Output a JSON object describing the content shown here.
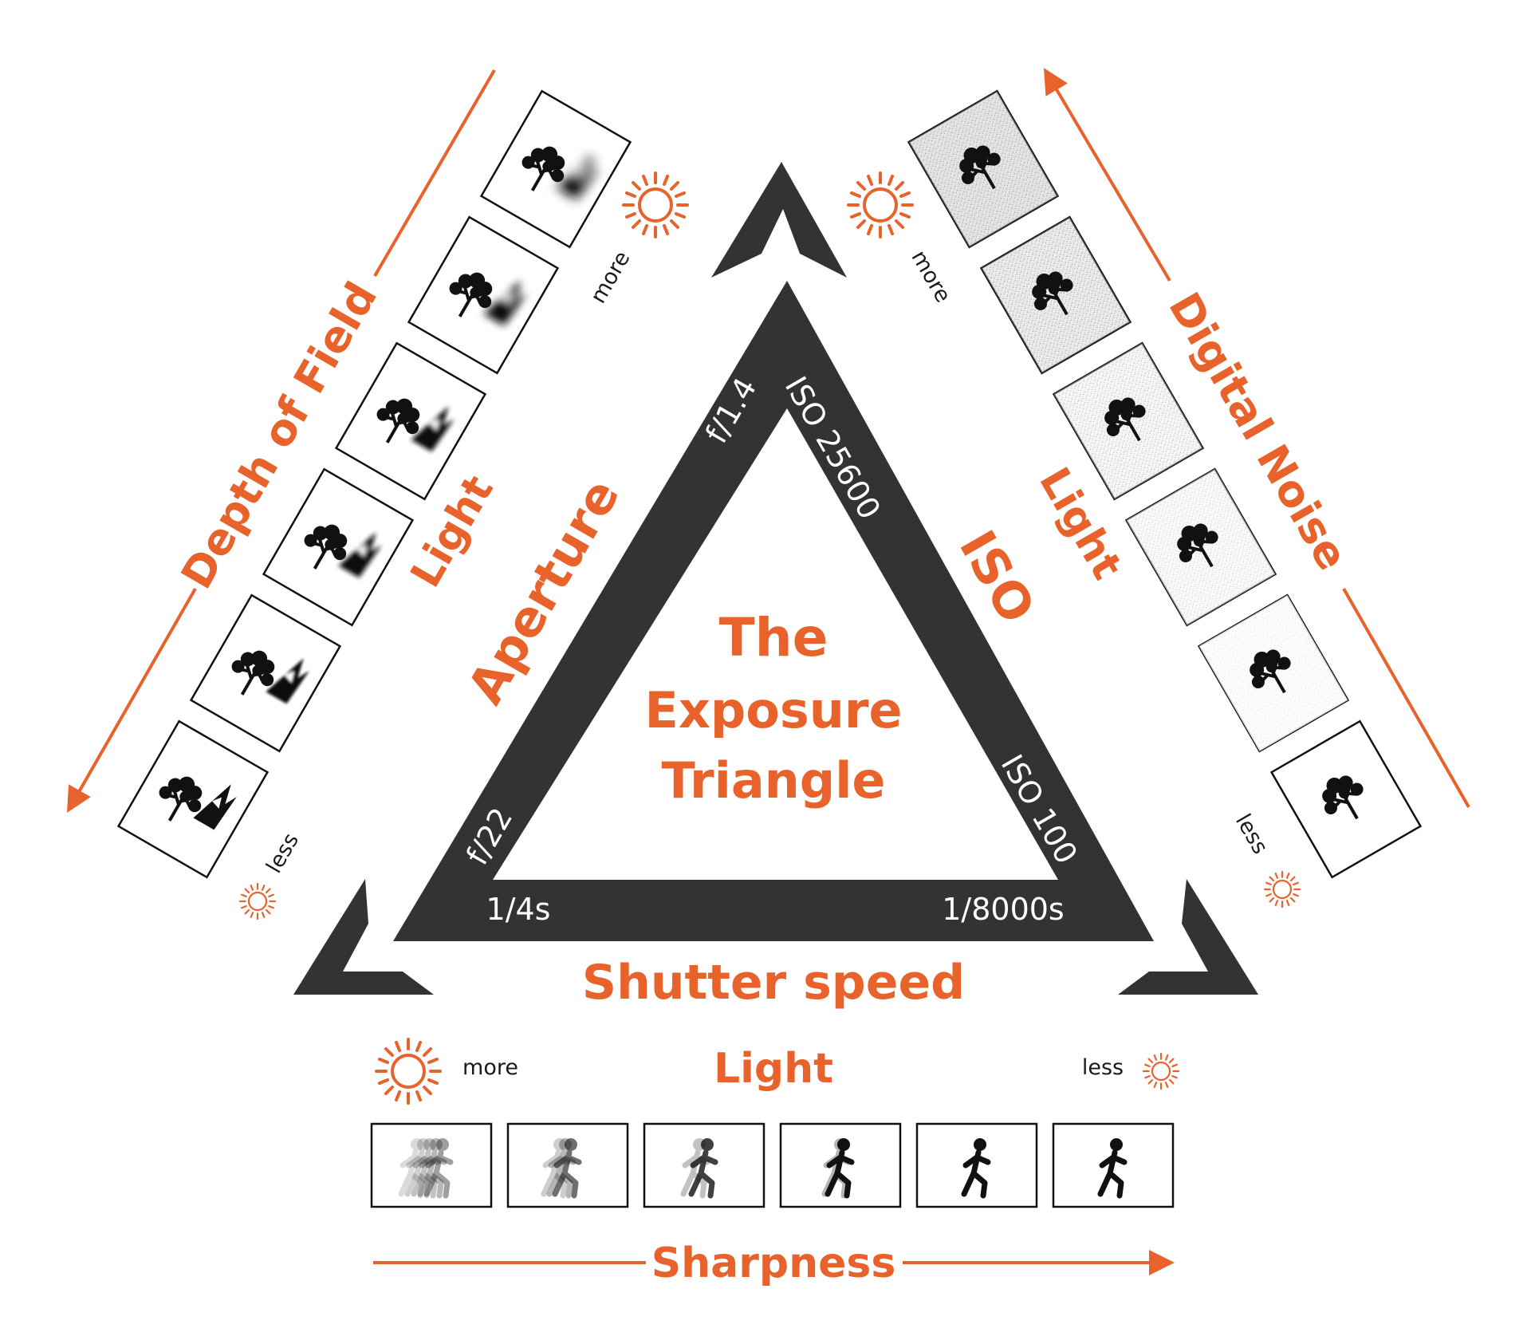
{
  "title": {
    "line1": "The",
    "line2": "Exposure",
    "line3": "Triangle"
  },
  "sides": {
    "aperture": {
      "label": "Aperture",
      "min": "f/22",
      "max": "f/1.4",
      "light": "Light",
      "more": "more",
      "less": "less",
      "effect": "Depth of Field"
    },
    "iso": {
      "label": "ISO",
      "min": "ISO 100",
      "max": "ISO 25600",
      "light": "Light",
      "more": "more",
      "less": "less",
      "effect": "Digital Noise"
    },
    "shutter": {
      "label": "Shutter speed",
      "slow": "1/4s",
      "fast": "1/8000s",
      "light": "Light",
      "more": "more",
      "less": "less",
      "effect": "Sharpness"
    }
  },
  "colors": {
    "accent": "#e8632b",
    "dark": "#333333",
    "frame": "#1a1a1a"
  },
  "icons": {
    "sun": "sun-icon",
    "tree": "joshua-tree-icon",
    "runner": "runner-icon",
    "mountain": "mountain-icon"
  }
}
